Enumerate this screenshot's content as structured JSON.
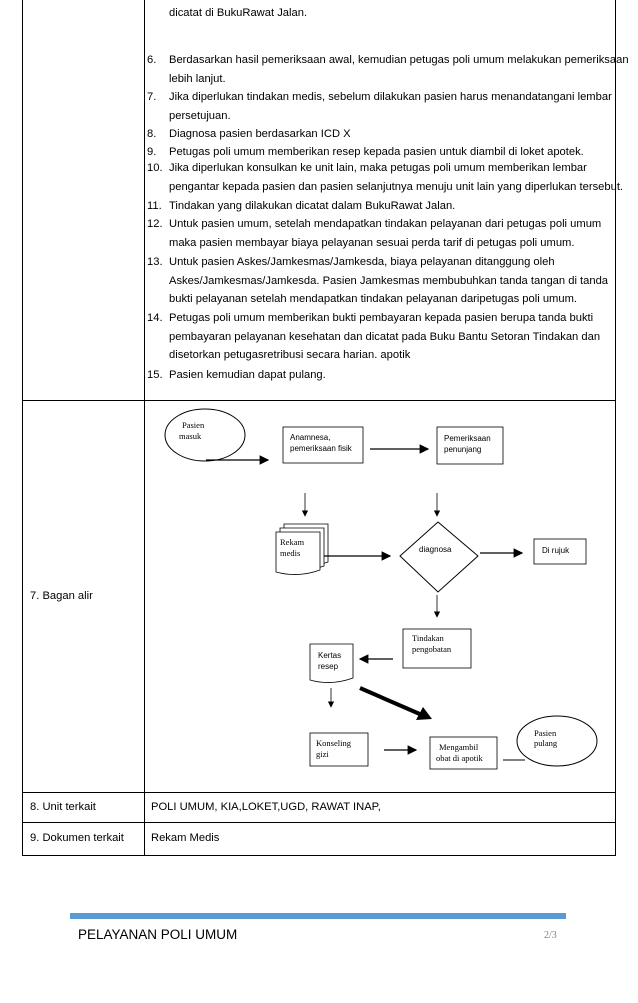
{
  "procedure": {
    "steps": [
      {
        "num": "",
        "lines": [
          "dicatat di BukuRawat Jalan."
        ]
      },
      {
        "num": "6.",
        "lines": [
          "Berdasarkan hasil pemeriksaan awal, kemudian petugas poli umum melakukan pemeriksaan",
          "lebih lanjut."
        ]
      },
      {
        "num": "7.",
        "lines": [
          "Jika diperlukan tindakan medis, sebelum dilakukan pasien harus menandatangani lembar",
          "persetujuan."
        ]
      },
      {
        "num": "8.",
        "lines": [
          "Diagnosa pasien berdasarkan ICD X"
        ]
      },
      {
        "num": "9.",
        "lines": [
          "Petugas poli umum memberikan resep kepada pasien untuk diambil di loket apotek."
        ]
      },
      {
        "num": "10.",
        "lines": [
          "Jika diperlukan konsulkan ke unit lain, maka petugas poli umum memberikan lembar",
          "pengantar kepada pasien dan pasien selanjutnya menuju unit lain yang diperlukan tersebut."
        ]
      },
      {
        "num": "11.",
        "lines": [
          "Tindakan yang dilakukan dicatat dalam BukuRawat Jalan."
        ]
      },
      {
        "num": "12.",
        "lines": [
          "Untuk pasien umum, setelah mendapatkan tindakan pelayanan dari petugas poli umum",
          "maka pasien membayar biaya pelayanan sesuai perda tarif di petugas poli umum."
        ]
      },
      {
        "num": "13.",
        "lines": [
          "Untuk     pasien     Askes/Jamkesmas/Jamkesda,     biaya     pelayanan     ditanggung     oleh",
          "Askes/Jamkesmas/Jamkesda. Pasien Jamkesmas membubuhkan tanda tangan di tanda",
          "bukti pelayanan setelah mendapatkan tindakan pelayanan daripetugas poli umum."
        ]
      },
      {
        "num": "14.",
        "lines": [
          "Petugas poli umum memberikan bukti pembayaran kepada pasien berupa tanda bukti",
          "pembayaran pelayanan kesehatan dan dicatat pada Buku Bantu Setoran Tindakan dan",
          "disetorkan petugasretribusi secara harian. apotik"
        ]
      },
      {
        "num": "15.",
        "lines": [
          "Pasien kemudian dapat pulang."
        ]
      }
    ]
  },
  "rows": {
    "bagan_alir_label": "7. Bagan alir",
    "unit_terkait_label": "8. Unit terkait",
    "unit_terkait_value": "POLI UMUM, KIA,LOKET,UGD, RAWAT INAP,",
    "dokumen_terkait_label": "9. Dokumen terkait",
    "dokumen_terkait_value": "Rekam Medis"
  },
  "flowchart": {
    "pasien_masuk": [
      "Pasien",
      "masuk"
    ],
    "anamnesa": [
      "Anamnesa,",
      "pemeriksaan fisik"
    ],
    "pemeriksaan": [
      "Pemeriksaan",
      "penunjang"
    ],
    "rekam_medis": [
      "Rekam",
      "medis"
    ],
    "diagnosa": "diagnosa",
    "di_rujuk": "Di rujuk",
    "tindakan": [
      "Tindakan",
      "pengobatan"
    ],
    "kertas_resep": [
      "Kertas",
      "resep"
    ],
    "konseling": [
      "Konseling",
      "gizi"
    ],
    "mengambil": [
      "Mengambil",
      "obat di apotik"
    ],
    "pasien_pulang": [
      "Pasien",
      "pulang"
    ]
  },
  "footer": {
    "title": "PELAYANAN POLI UMUM",
    "page": "2/3"
  }
}
